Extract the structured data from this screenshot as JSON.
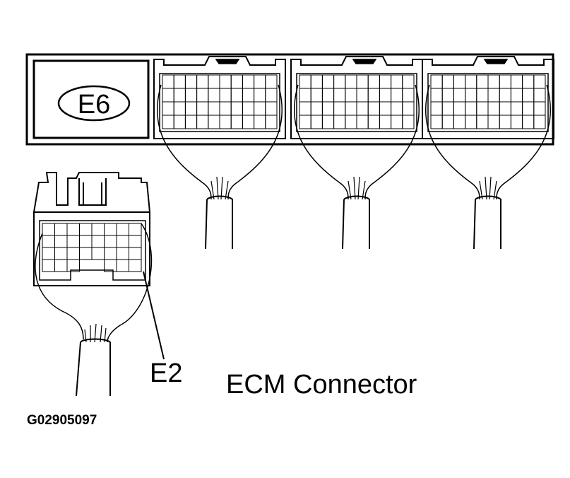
{
  "diagram": {
    "connector_id": "E6",
    "terminal_label": "E2",
    "caption": "ECM Connector",
    "figure_code": "G02905097"
  },
  "colors": {
    "ink": "#000000",
    "paper": "#ffffff"
  }
}
